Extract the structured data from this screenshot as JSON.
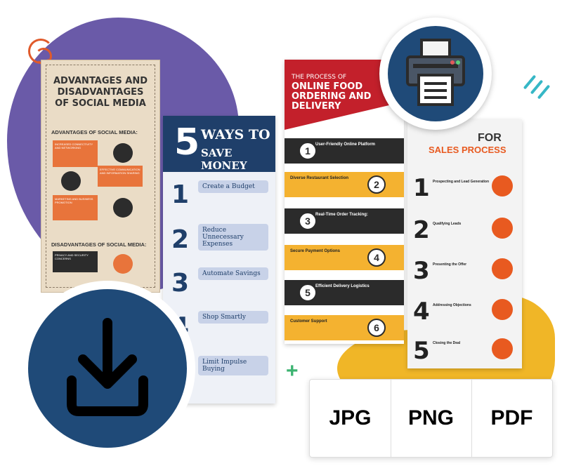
{
  "social_card": {
    "title": "ADVANTAGES AND DISADVANTAGES OF SOCIAL MEDIA",
    "advantages_heading": "ADVANTAGES OF SOCIAL MEDIA:",
    "disadvantages_heading": "DISADVANTAGES OF SOCIAL MEDIA:",
    "items": [
      "INCREASED CONNECTIVITY AND NETWORKING",
      "EFFECTIVE COMMUNICATION AND INFORMATION SHARING",
      "MARKETING AND BUSINESS PROMOTION",
      "PRIVACY AND SECURITY CONCERNS"
    ]
  },
  "money_card": {
    "big_number": "5",
    "title_line1": "WAYS TO",
    "title_line2": "SAVE MONEY",
    "steps": [
      {
        "num": "1",
        "title": "Create a Budget"
      },
      {
        "num": "2",
        "title": "Reduce Unnecessary Expenses"
      },
      {
        "num": "3",
        "title": "Automate Savings"
      },
      {
        "num": "4",
        "title": "Shop Smartly"
      },
      {
        "num": "",
        "title": "Limit Impulse Buying"
      }
    ]
  },
  "food_card": {
    "title_prefix": "THE PROCESS OF",
    "title_main": "ONLINE FOOD ORDERING AND DELIVERY",
    "steps": [
      {
        "num": "1",
        "label": "User-Friendly Online Platform"
      },
      {
        "num": "2",
        "label": "Diverse Restaurant Selection"
      },
      {
        "num": "3",
        "label": "Real-Time Order Tracking:"
      },
      {
        "num": "4",
        "label": "Secure Payment Options"
      },
      {
        "num": "5",
        "label": "Efficient Delivery Logistics"
      },
      {
        "num": "6",
        "label": "Customer Support"
      }
    ]
  },
  "sales_card": {
    "title_partial": "FOR",
    "subtitle": "SALES PROCESS",
    "steps": [
      {
        "num": "1",
        "label": "Prospecting and Lead Generation"
      },
      {
        "num": "2",
        "label": "Qualifying Leads"
      },
      {
        "num": "3",
        "label": "Presenting the Offer"
      },
      {
        "num": "4",
        "label": "Addressing Objections"
      },
      {
        "num": "5",
        "label": "Closing the Deal"
      }
    ]
  },
  "formats": [
    "JPG",
    "PNG",
    "PDF"
  ],
  "colors": {
    "navy": "#1f4a78",
    "purple": "#6a5aa8",
    "yellow": "#f0b627",
    "orange": "#e85a20",
    "red": "#c3202b"
  },
  "icons": [
    "printer-icon",
    "download-icon"
  ]
}
